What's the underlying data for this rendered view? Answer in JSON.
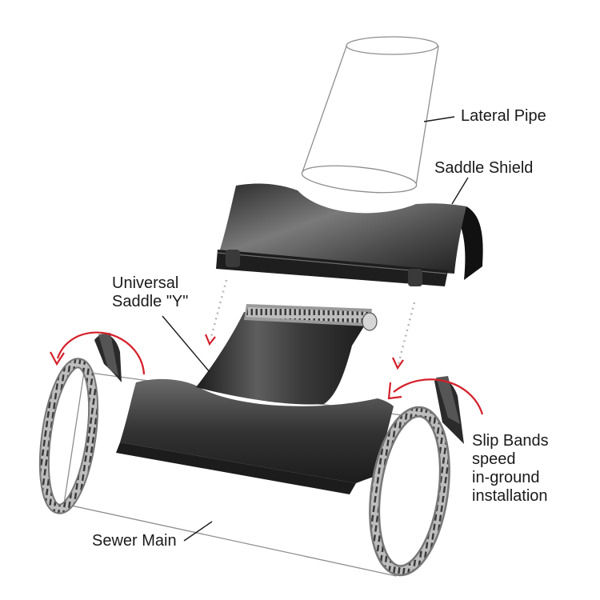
{
  "labels": {
    "lateral_pipe": "Lateral Pipe",
    "saddle_shield": "Saddle Shield",
    "universal_saddle": "Universal\nSaddle \"Y\"",
    "slip_bands": "Slip Bands\nspeed\nin-ground\ninstallation",
    "sewer_main": "Sewer Main"
  },
  "colors": {
    "rubber_dark": "#2b2b2b",
    "rubber_light": "#6a6a6a",
    "steel_band": "#9a9a9a",
    "arrow_red": "#d4202a",
    "guide_dots": "#b5b5b5",
    "pipe_outline": "#8e8e8e"
  }
}
